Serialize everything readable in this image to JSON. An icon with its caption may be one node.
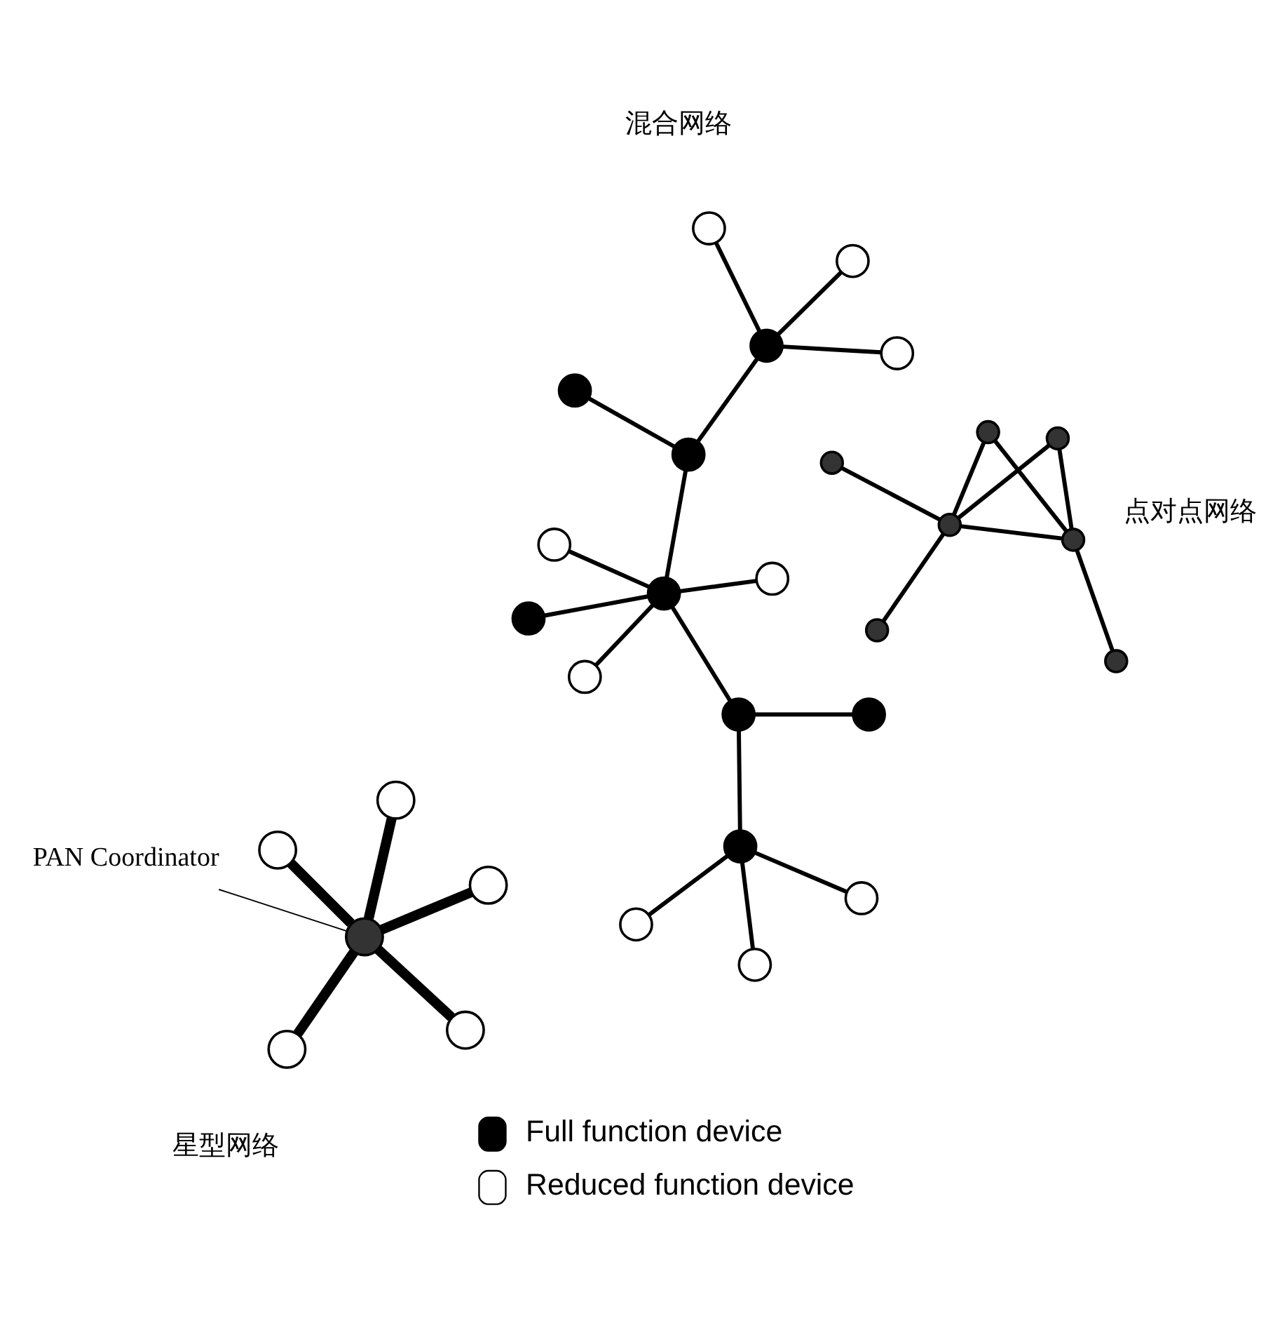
{
  "diagram": {
    "nodes": [
      {
        "text": [
          "PAN Coordinator"
        ]
      },
      {
        "text": [],
        "shape": "circle"
      },
      {
        "text": [],
        "shape": "circle"
      },
      {
        "text": [],
        "shape": "circle"
      },
      {
        "text": [],
        "shape": "circle"
      },
      {
        "text": [],
        "shape": "circle"
      },
      {
        "text": [],
        "shape": "circle"
      },
      {
        "text": [],
        "shape": "circle"
      },
      {
        "text": [],
        "shape": "circle"
      },
      {
        "text": [],
        "shape": "circle"
      },
      {
        "text": [],
        "shape": "circle"
      },
      {
        "text": [],
        "shape": "circle"
      },
      {
        "text": [],
        "shape": "circle"
      },
      {
        "text": [],
        "shape": "circle"
      },
      {
        "text": [],
        "shape": "circle"
      },
      {
        "text": [],
        "shape": "circle"
      },
      {
        "text": [],
        "shape": "circle"
      },
      {
        "text": [],
        "shape": "circle"
      },
      {
        "text": [],
        "shape": "circle"
      },
      {
        "text": [],
        "shape": "circle"
      },
      {
        "text": [],
        "shape": "circle"
      },
      {
        "text": [],
        "shape": "circle"
      },
      {
        "text": [],
        "shape": "circle"
      },
      {
        "text": [],
        "shape": "circle"
      },
      {
        "text": [],
        "shape": "circle"
      },
      {
        "text": [],
        "shape": "circle"
      },
      {
        "text": [],
        "shape": "circle"
      },
      {
        "text": [],
        "shape": "circle"
      },
      {
        "text": [],
        "shape": "circle"
      },
      {
        "text": [],
        "shape": "circle"
      },
      {
        "text": [],
        "shape": "circle"
      }
    ],
    "edges": [
      {
        "from": 0,
        "to": 1,
        "arrow": "none"
      },
      {
        "from": 1,
        "to": 2,
        "arrow": "none",
        "style": "thick"
      },
      {
        "from": 1,
        "to": 3,
        "arrow": "none",
        "style": "thick"
      },
      {
        "from": 1,
        "to": 4,
        "arrow": "none",
        "style": "thick"
      },
      {
        "from": 1,
        "to": 5,
        "arrow": "none",
        "style": "thick"
      },
      {
        "from": 1,
        "to": 6,
        "arrow": "none",
        "style": "thick"
      },
      {
        "from": 7,
        "to": 8,
        "arrow": "none"
      },
      {
        "from": 8,
        "to": 9,
        "arrow": "none"
      },
      {
        "from": 8,
        "to": 10,
        "arrow": "none"
      },
      {
        "from": 8,
        "to": 11,
        "arrow": "none"
      },
      {
        "from": 8,
        "to": 12,
        "arrow": "none"
      },
      {
        "from": 10,
        "to": 12,
        "arrow": "none"
      },
      {
        "from": 11,
        "to": 12,
        "arrow": "none"
      },
      {
        "from": 12,
        "to": 13,
        "arrow": "none"
      },
      {
        "from": 14,
        "to": 15,
        "arrow": "none"
      },
      {
        "from": 15,
        "to": 16,
        "arrow": "none"
      },
      {
        "from": 15,
        "to": 17,
        "arrow": "none"
      },
      {
        "from": 15,
        "to": 18,
        "arrow": "none"
      },
      {
        "from": 15,
        "to": 19,
        "arrow": "none"
      },
      {
        "from": 15,
        "to": 25,
        "arrow": "none"
      },
      {
        "from": 19,
        "to": 20,
        "arrow": "none"
      },
      {
        "from": 20,
        "to": 21,
        "arrow": "none"
      },
      {
        "from": 20,
        "to": 22,
        "arrow": "none"
      },
      {
        "from": 20,
        "to": 23,
        "arrow": "none"
      },
      {
        "from": 19,
        "to": 26,
        "arrow": "none"
      },
      {
        "from": 24,
        "to": 25,
        "arrow": "none"
      },
      {
        "from": 25,
        "to": 27,
        "arrow": "none"
      },
      {
        "from": 27,
        "to": 28,
        "arrow": "none"
      },
      {
        "from": 27,
        "to": 29,
        "arrow": "none"
      },
      {
        "from": 27,
        "to": 30,
        "arrow": "none"
      }
    ],
    "labels": [
      "星型网络",
      "点对点网络",
      "混合网络"
    ],
    "legend": [
      {
        "text": "Full function device"
      },
      {
        "text": "Reduced function device"
      }
    ]
  }
}
